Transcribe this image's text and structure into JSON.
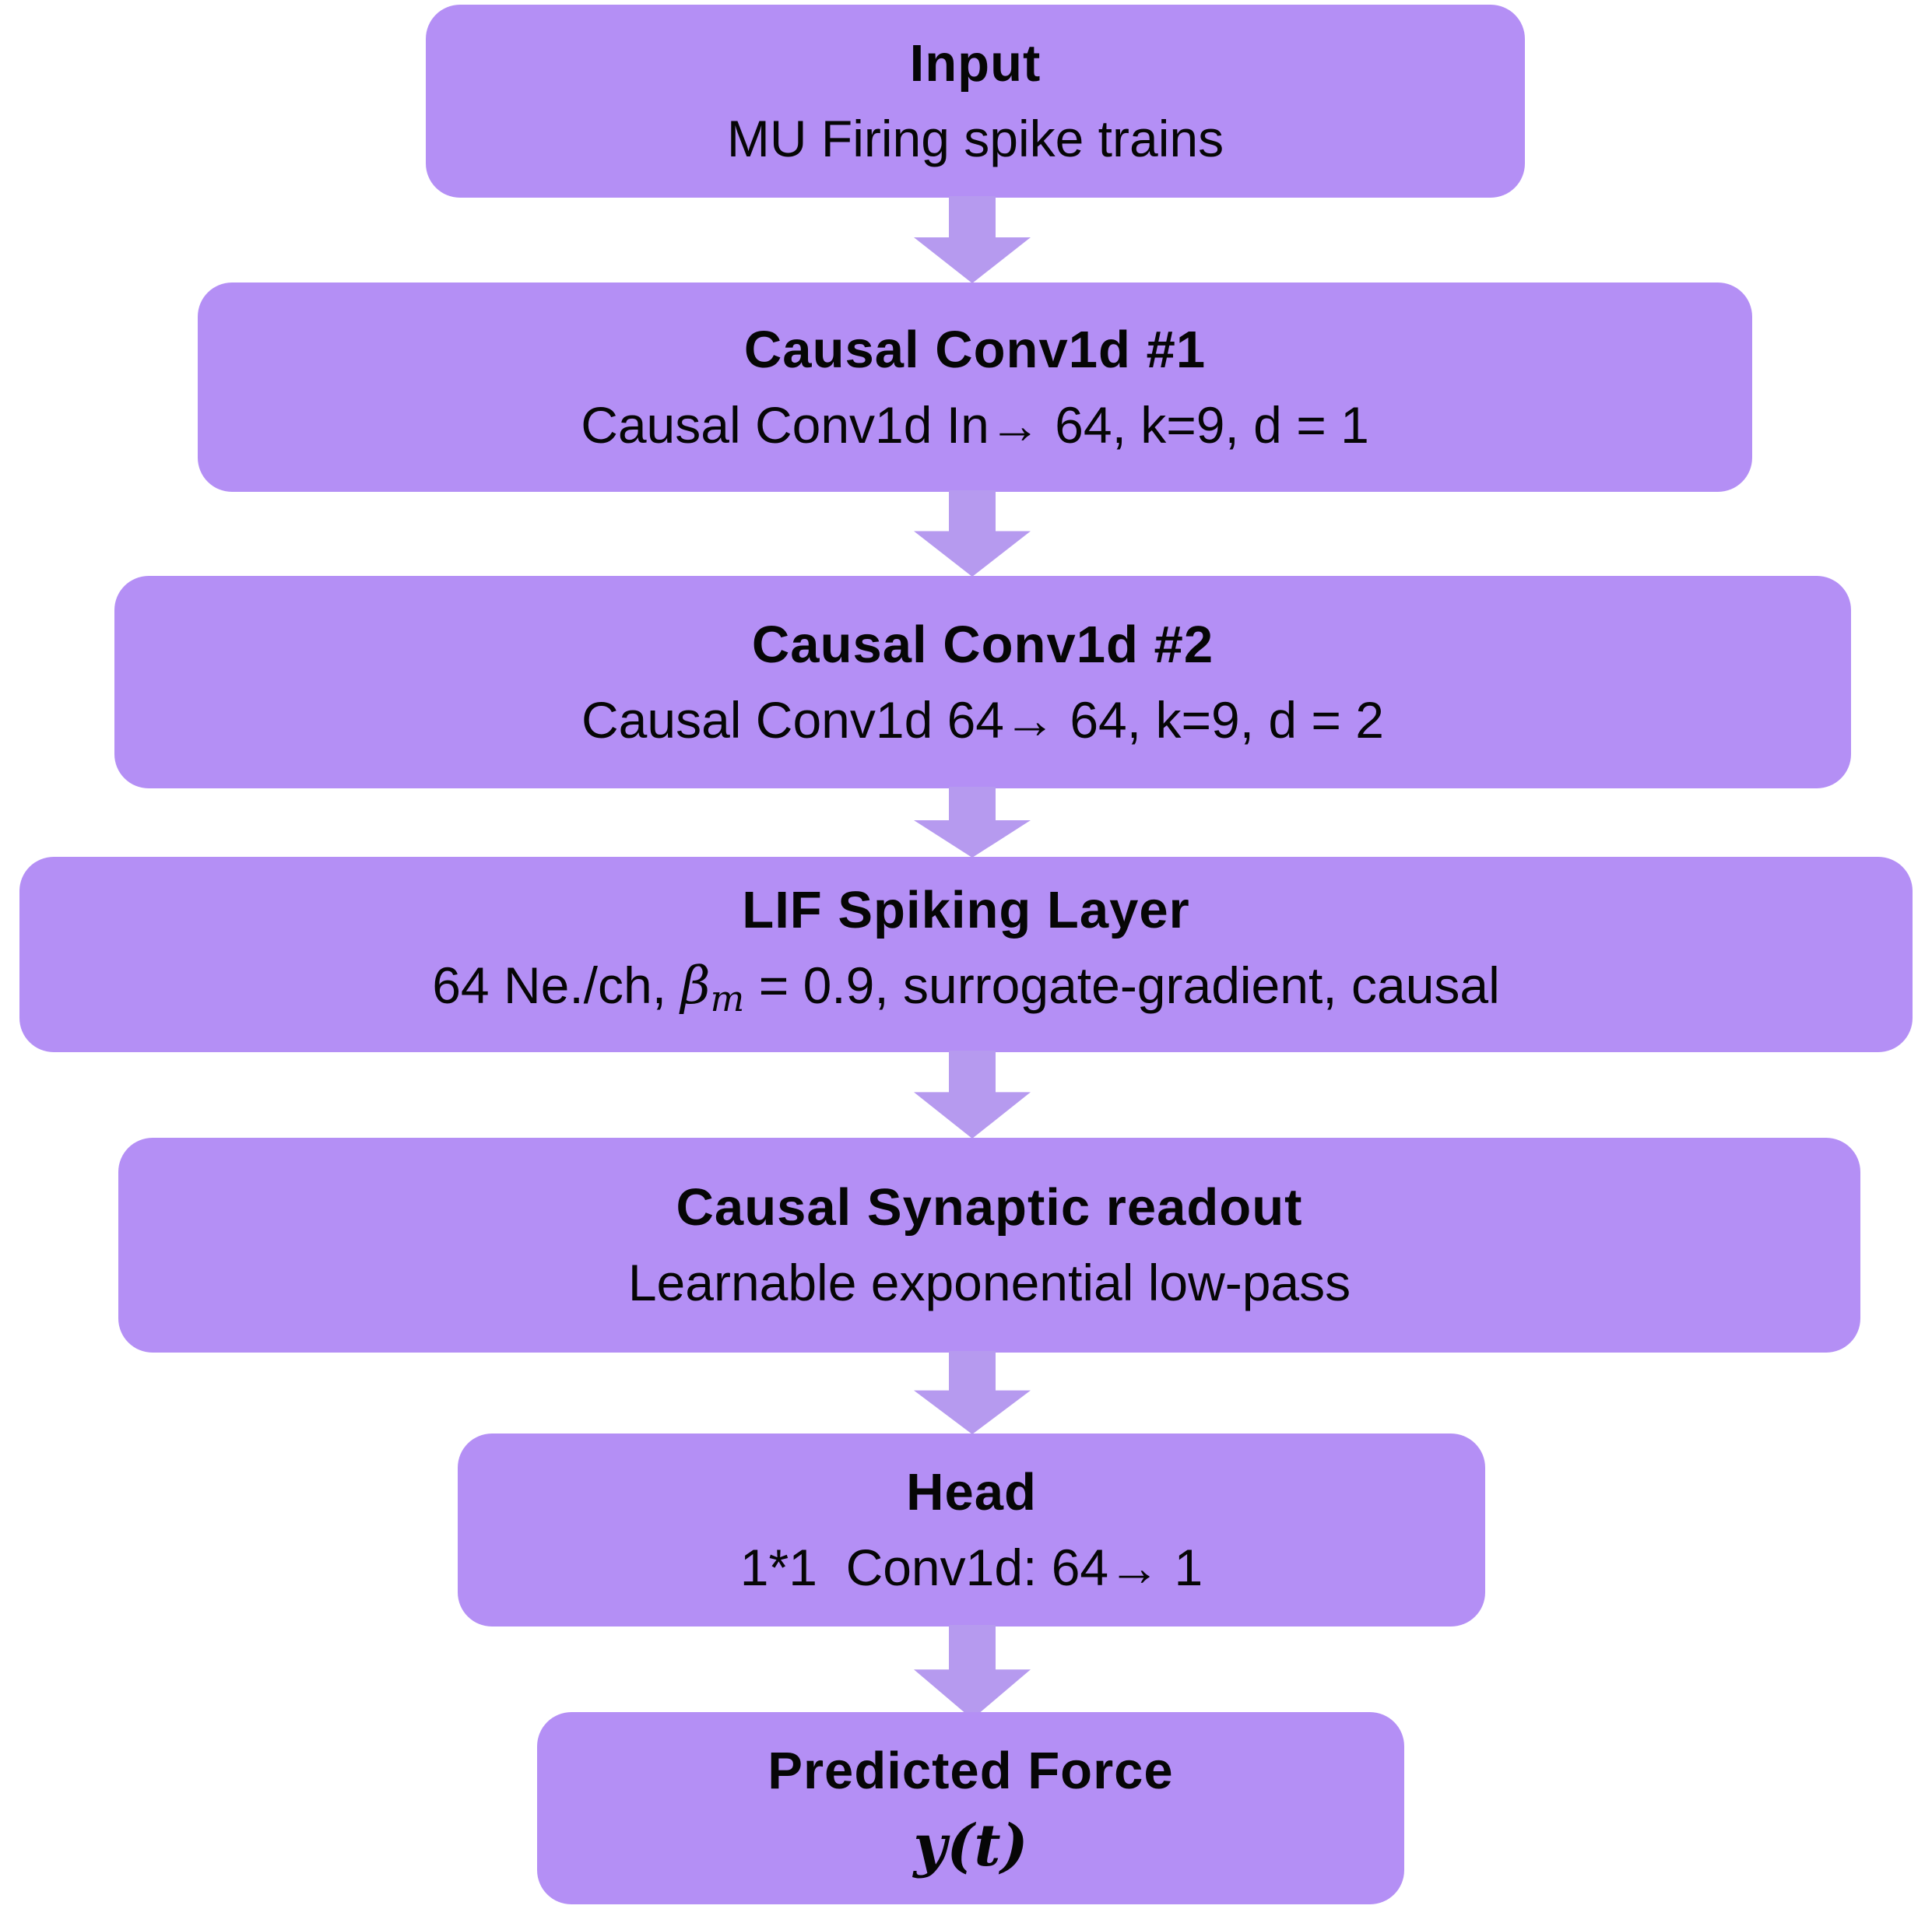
{
  "diagram": {
    "background_color": "#ffffff",
    "box_fill_color": "#B48FF5",
    "arrow_fill_color": "#B69AEF",
    "text_color": "#060606",
    "nodes": [
      {
        "id": "input",
        "title": "Input",
        "subtitle": "MU Firing spike trains"
      },
      {
        "id": "conv1",
        "title": "Causal Conv1d #1",
        "subtitle": "Causal Conv1d In→ 64, k=9, d = 1"
      },
      {
        "id": "conv2",
        "title": "Causal Conv1d #2",
        "subtitle": "Causal Conv1d 64→ 64, k=9, d = 2"
      },
      {
        "id": "lif",
        "title": "LIF Spiking Layer",
        "subtitle_pre": "64 Ne./ch, ",
        "beta_symbol": "β",
        "beta_subscript": "m",
        "subtitle_post": " = 0.9, surrogate-gradient, causal"
      },
      {
        "id": "readout",
        "title": "Causal Synaptic readout",
        "subtitle": "Learnable exponential low-pass"
      },
      {
        "id": "head",
        "title": "Head",
        "subtitle": "1*1  Conv1d: 64→ 1"
      },
      {
        "id": "output",
        "title": "Predicted Force",
        "formula": "y(t)"
      }
    ],
    "arrow_glyph": "down-block-arrow"
  }
}
